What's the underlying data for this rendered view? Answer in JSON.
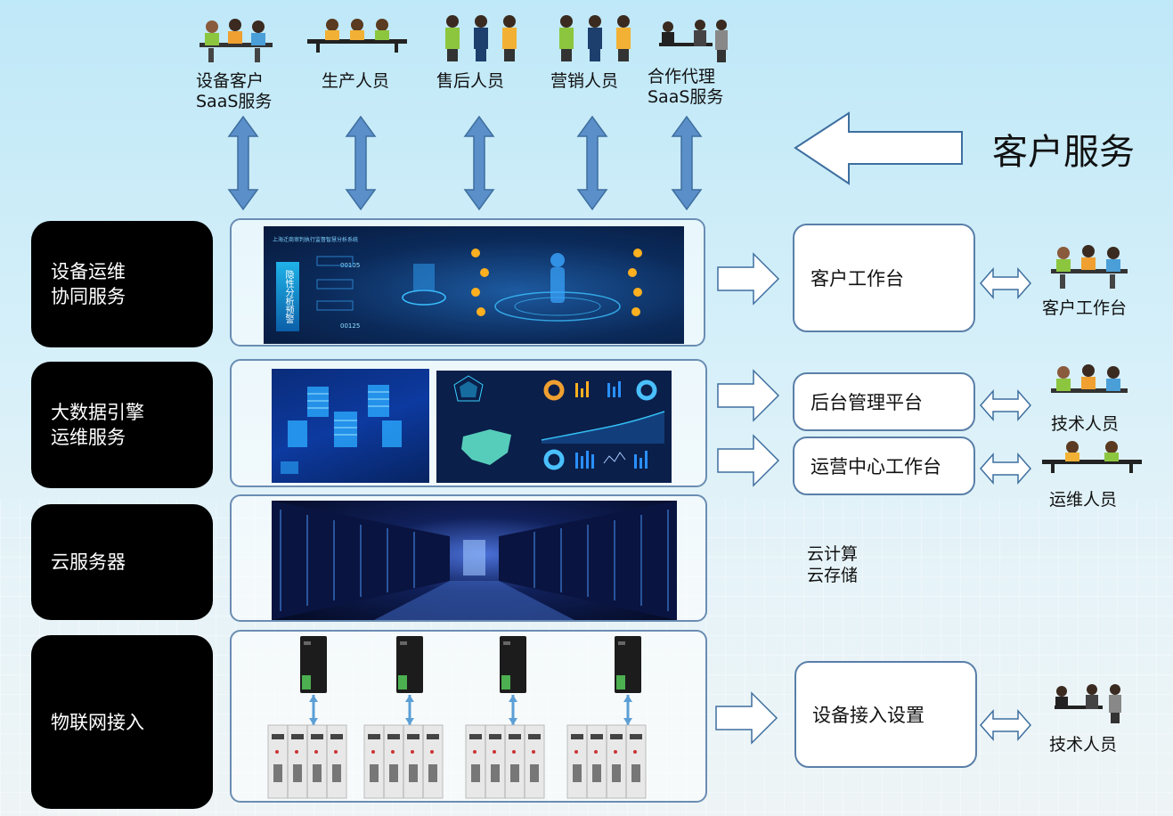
{
  "top_roles": [
    {
      "line1": "设备客户",
      "line2": "SaaS服务"
    },
    {
      "line1": "生产人员",
      "line2": ""
    },
    {
      "line1": "售后人员",
      "line2": ""
    },
    {
      "line1": "营销人员",
      "line2": ""
    },
    {
      "line1": "合作代理",
      "line2": "SaaS服务"
    }
  ],
  "customer_service_title": "客户服务",
  "layers": [
    {
      "line1": "设备运维",
      "line2": "协同服务"
    },
    {
      "line1": "大数据引擎",
      "line2": "运维服务"
    },
    {
      "line1": "云服务器",
      "line2": ""
    },
    {
      "line1": "物联网接入",
      "line2": ""
    }
  ],
  "platforms": {
    "customer_workbench": "客户工作台",
    "backend_management": "后台管理平台",
    "ops_center": "运营中心工作台",
    "device_access": "设备接入设置"
  },
  "cloud_text": {
    "line1": "云计算",
    "line2": "云存储"
  },
  "roles_right": {
    "customer": "客户工作台",
    "tech1": "技术人员",
    "ops": "运维人员",
    "tech2": "技术人员"
  },
  "dashboard": {
    "title": "上海迁商审判执行监督智慧分析系统",
    "side_title": "隐性分析预警",
    "num1": "00105",
    "num2": "00125"
  },
  "colors": {
    "arrow_fill": "#5b8fc9",
    "arrow_outline": "#3e6f9f",
    "panel_border": "#6a8db3"
  }
}
